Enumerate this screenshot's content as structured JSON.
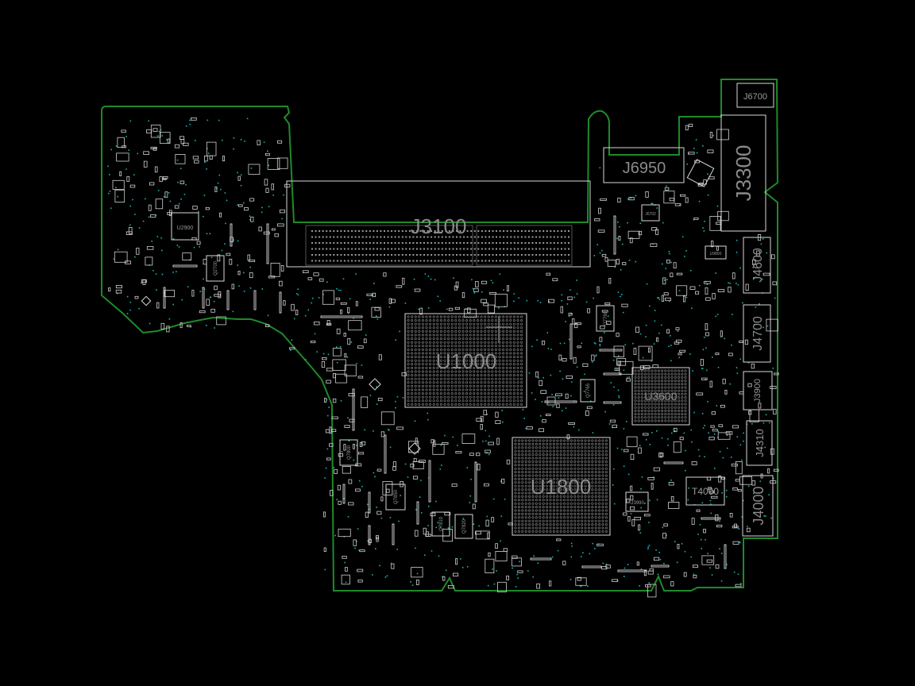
{
  "colors": {
    "background": "#000000",
    "outline": "#1f8a2a",
    "silkscreen": "#d9d9d9",
    "label": "#8a8a8a",
    "via": "#17b3b3"
  },
  "components": {
    "j3100": "J3100",
    "j6950": "J6950",
    "j6700": "J6700",
    "j3300": "J3300",
    "j4600": "J4600",
    "j4700": "J4700",
    "j3900": "J3900",
    "j4310": "J4310",
    "j4000": "J4000",
    "u1000": "U1000",
    "u1800": "U1800",
    "u3600": "U3600",
    "t4000": "T4000",
    "u2900": "U2900",
    "u3990": "U3990",
    "j6702": "J6702",
    "u9800": "U9800",
    "q7800": "Q7800",
    "q7810": "Q7810",
    "q7820": "Q7820",
    "q7830": "Q7830",
    "q7850": "Q7850",
    "q7760": "Q7760",
    "q7765": "Q7765",
    "q2700": "Q2700"
  }
}
